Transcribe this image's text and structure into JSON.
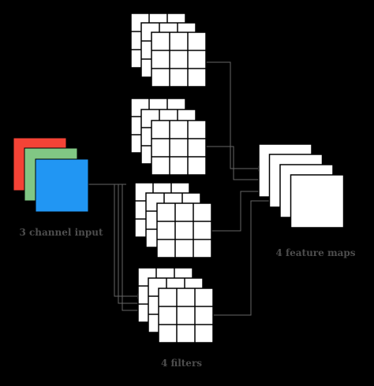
{
  "labels": {
    "input": "3 channel input",
    "filters": "4 filters",
    "feature_maps": "4 feature maps"
  },
  "input_channels": [
    {
      "color": "#f44336"
    },
    {
      "color": "#81c784"
    },
    {
      "color": "#2196f3"
    }
  ],
  "filter_count": 4,
  "filter_depth": 3,
  "filter_grid": 3,
  "feature_map_count": 4,
  "colors": {
    "background": "#000000",
    "filter_cell": "#ffffff",
    "grid_line": "#000000",
    "arrow": "#666666",
    "caption": "#4d4d4d"
  }
}
